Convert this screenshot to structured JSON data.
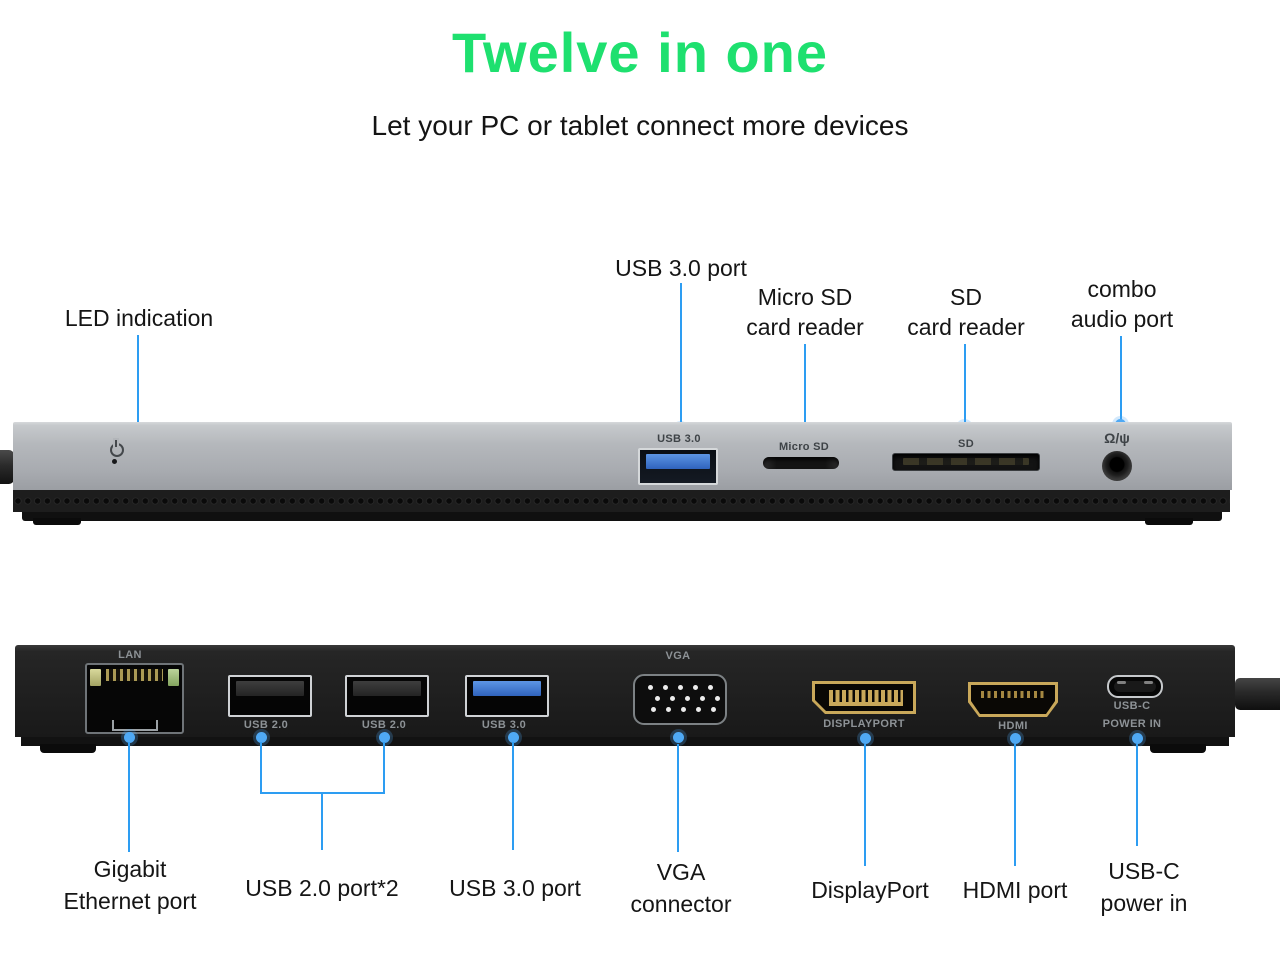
{
  "header": {
    "title": "Twelve in one",
    "subtitle": "Let your PC or tablet connect more devices"
  },
  "colors": {
    "accent_green": "#1ee06f",
    "callout_blue": "#2d9df2",
    "usb3_blue": "#2f63bd",
    "connector_gold": "#c9a85a",
    "front_body_silver": "#b5b8bc",
    "rear_body_black": "#1f1f1f"
  },
  "front_view": {
    "callouts": [
      {
        "id": "led-indication",
        "lines": [
          "LED indication"
        ]
      },
      {
        "id": "usb3-port",
        "lines": [
          "USB 3.0 port"
        ]
      },
      {
        "id": "micro-sd-card-reader",
        "lines": [
          "Micro SD",
          "card reader"
        ]
      },
      {
        "id": "sd-card-reader",
        "lines": [
          "SD",
          "card reader"
        ]
      },
      {
        "id": "combo-audio-port",
        "lines": [
          "combo",
          "audio port"
        ]
      }
    ],
    "port_prints": {
      "usb3": "USB 3.0",
      "micro_sd": "Micro SD",
      "sd": "SD",
      "audio_icon_glyph": "Ω/ψ"
    }
  },
  "rear_view": {
    "port_prints": {
      "lan": "LAN",
      "usb2_a": "USB 2.0",
      "usb2_b": "USB 2.0",
      "usb3": "USB 3.0",
      "vga": "VGA",
      "displayport": "DISPLAYPORT",
      "hdmi": "HDMI",
      "usbc_line1": "USB-C",
      "usbc_line2": "POWER IN"
    },
    "callouts": [
      {
        "id": "gigabit-ethernet-port",
        "lines": [
          "Gigabit",
          "Ethernet port"
        ]
      },
      {
        "id": "usb2-ports",
        "lines": [
          "USB 2.0 port*2"
        ]
      },
      {
        "id": "usb3-port",
        "lines": [
          "USB 3.0 port"
        ]
      },
      {
        "id": "vga-connector",
        "lines": [
          "VGA",
          "connector"
        ]
      },
      {
        "id": "displayport",
        "lines": [
          "DisplayPort"
        ]
      },
      {
        "id": "hdmi-port",
        "lines": [
          "HDMI port"
        ]
      },
      {
        "id": "usbc-power-in",
        "lines": [
          "USB-C",
          "power in"
        ]
      }
    ]
  }
}
